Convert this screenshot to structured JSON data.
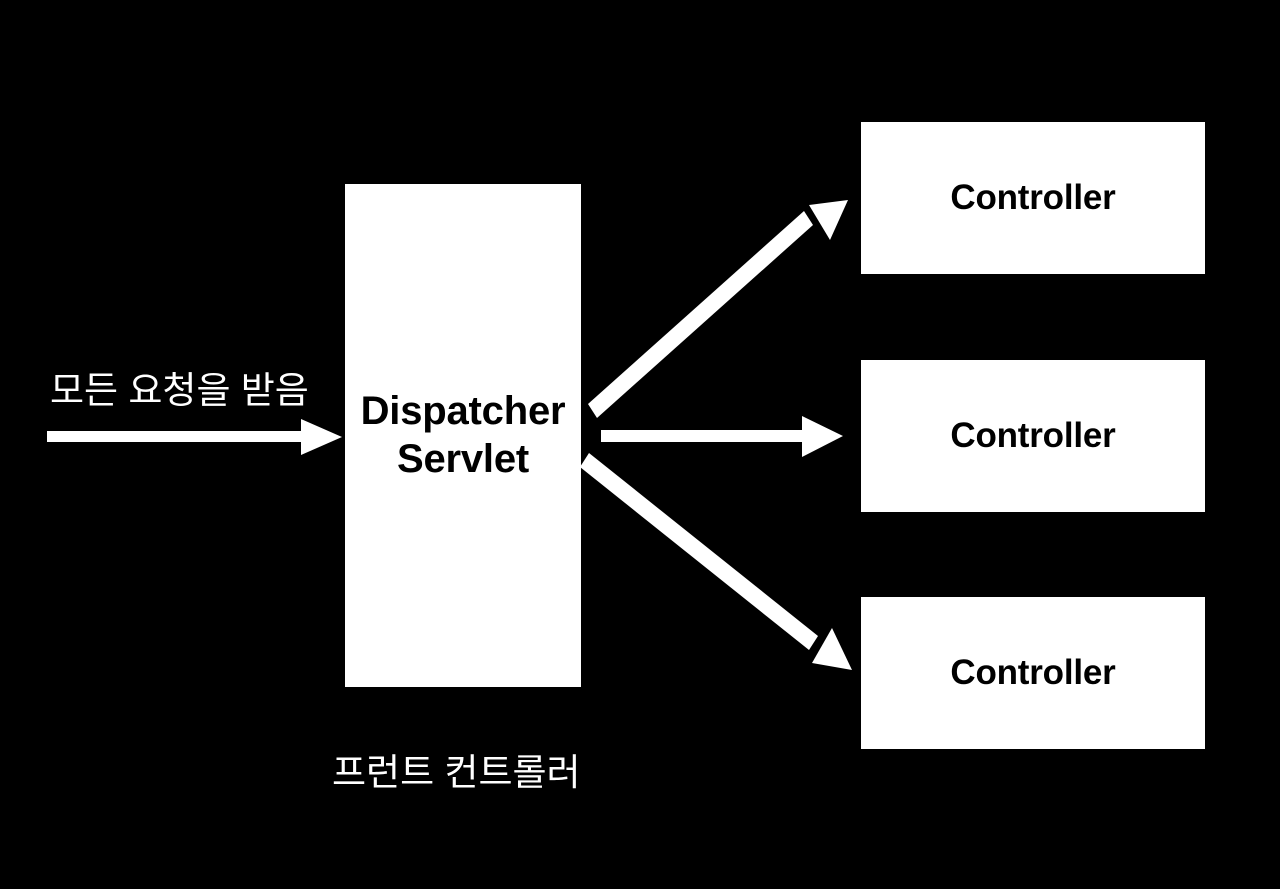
{
  "diagram": {
    "title": "Spring MVC Front Controller Dispatch Diagram",
    "background_color": "#000000",
    "node_fill_color": "#FFFFFF",
    "node_text_color": "#000000",
    "arrow_color": "#FFFFFF",
    "caption_text_color": "#FFFFFF"
  },
  "nodes": {
    "dispatcher": {
      "label": "Dispatcher\nServlet"
    },
    "controllers": [
      {
        "label": "Controller"
      },
      {
        "label": "Controller"
      },
      {
        "label": "Controller"
      }
    ]
  },
  "captions": {
    "incoming_request": "모든 요청을 받음",
    "front_controller": "프런트 컨트롤러"
  },
  "arrows": [
    {
      "name": "incoming-request-arrow",
      "direction": "right"
    },
    {
      "name": "dispatch-arrow-top",
      "direction": "up-right"
    },
    {
      "name": "dispatch-arrow-middle",
      "direction": "right"
    },
    {
      "name": "dispatch-arrow-bottom",
      "direction": "down-right"
    }
  ]
}
